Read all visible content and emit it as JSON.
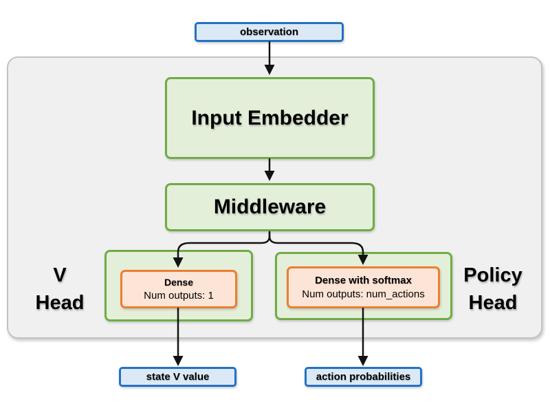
{
  "diagram": {
    "inputs": {
      "observation": {
        "label": "observation"
      }
    },
    "blocks": {
      "input_embedder": {
        "label": "Input Embedder"
      },
      "middleware": {
        "label": "Middleware"
      }
    },
    "v_head": {
      "label_line1": "V",
      "label_line2": "Head",
      "layer": {
        "title": "Dense",
        "detail": "Num outputs: 1"
      }
    },
    "policy_head": {
      "label_line1": "Policy",
      "label_line2": "Head",
      "layer": {
        "title": "Dense with softmax",
        "detail": "Num outputs: num_actions"
      }
    },
    "outputs": {
      "state_v_value": {
        "label": "state V value"
      },
      "action_probabilities": {
        "label": "action probabilities"
      }
    },
    "colors": {
      "io_fill": "#dbe9f6",
      "io_border": "#2272c3",
      "block_fill": "#e4efda",
      "block_border": "#6fac46",
      "layer_fill": "#fce5d6",
      "layer_border": "#ed7d31",
      "container_fill": "#f0f0f0",
      "container_border": "#c3c3c3",
      "arrow": "#121212",
      "text": "#000000"
    }
  }
}
